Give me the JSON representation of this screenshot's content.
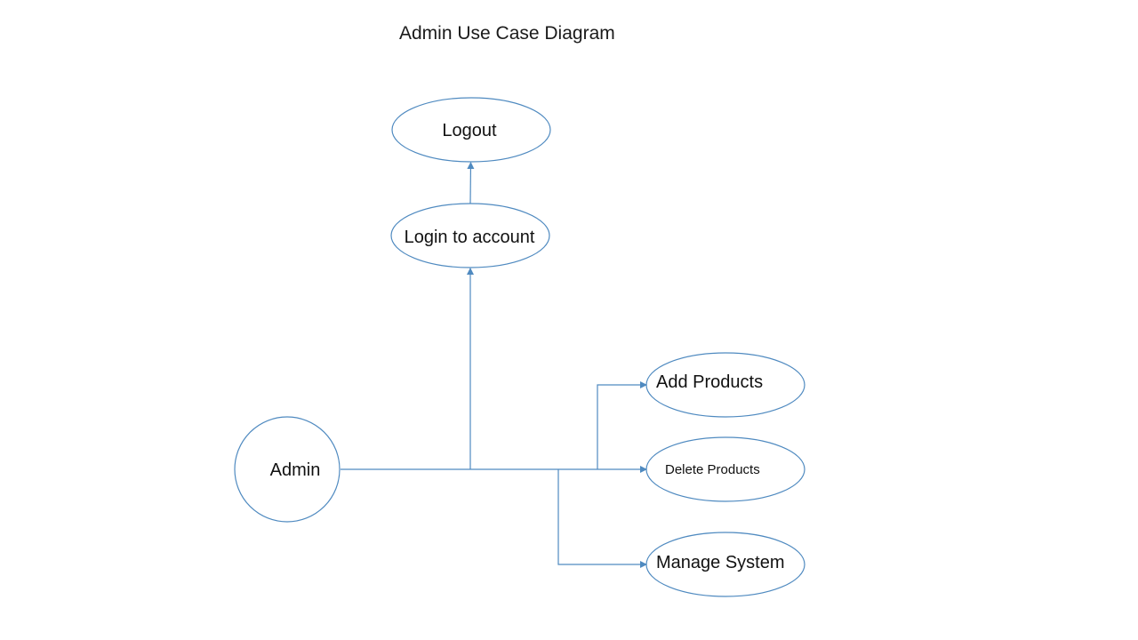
{
  "title": "Admin Use Case Diagram",
  "colors": {
    "stroke": "#4f8ac0",
    "text": "#111111",
    "background": "#ffffff"
  },
  "actor": {
    "label": "Admin"
  },
  "use_cases": {
    "logout": "Logout",
    "login": "Login to account",
    "add_products": "Add Products",
    "delete_products": "Delete Products",
    "manage_system": "Manage System"
  }
}
